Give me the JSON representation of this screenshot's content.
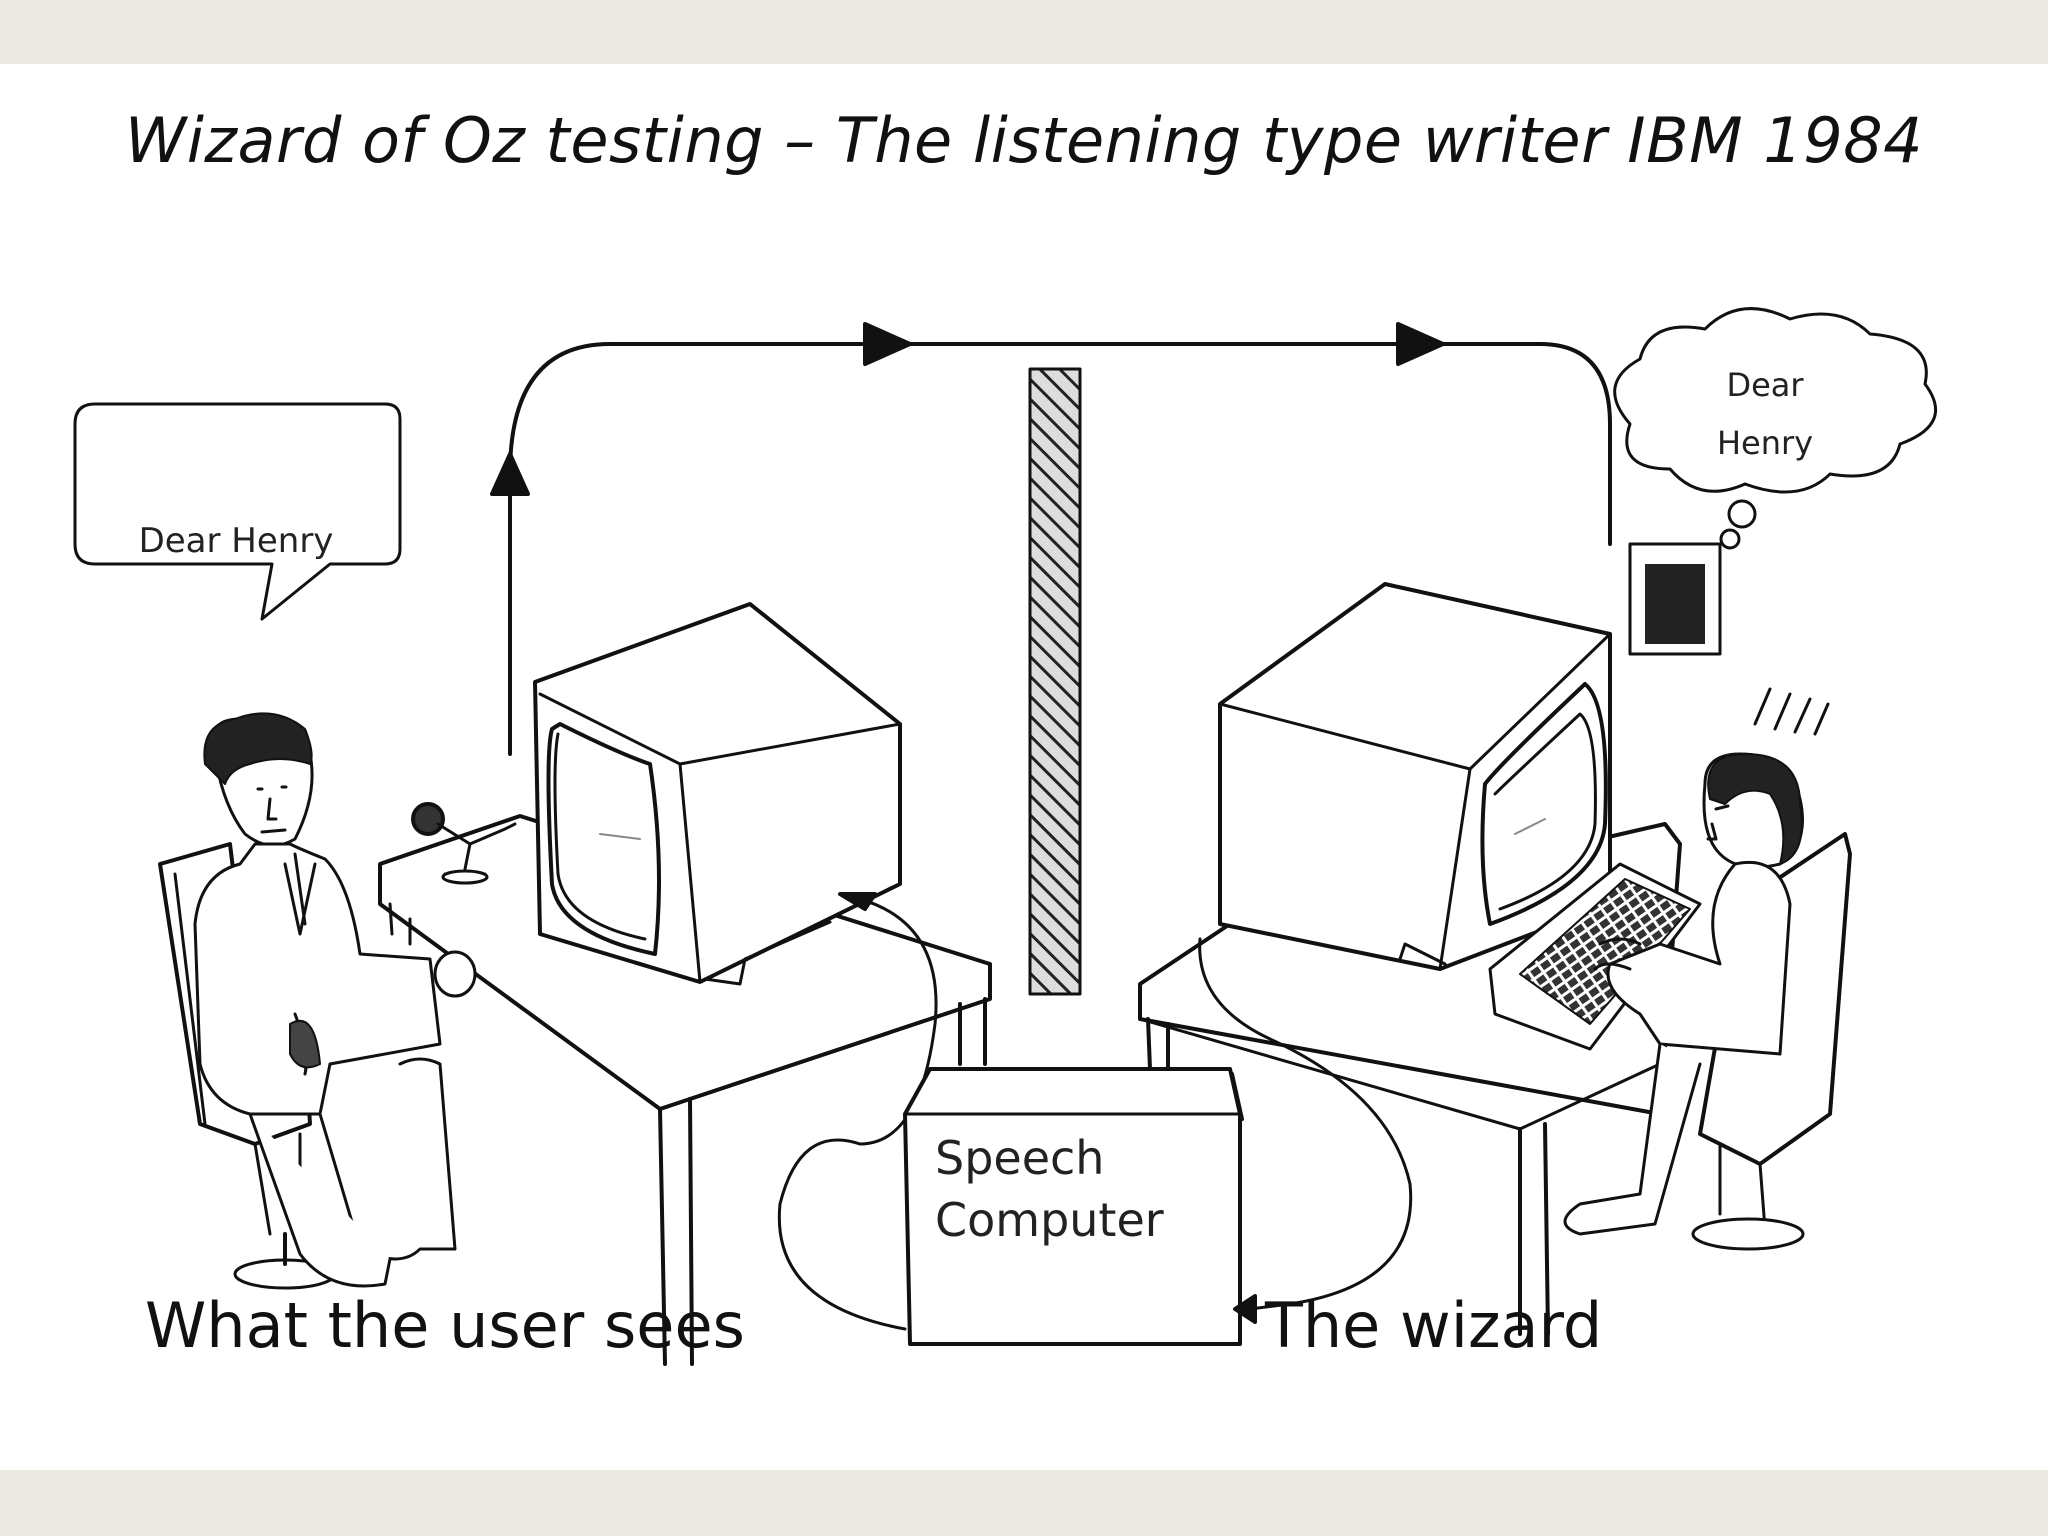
{
  "title": "Wizard of Oz testing – The listening type writer IBM 1984",
  "speech_bubble": "Dear Henry",
  "thought_bubble": {
    "line1": "Dear",
    "line2": "Henry"
  },
  "speech_computer": {
    "line1": "Speech",
    "line2": "Computer"
  },
  "caption_left": "What the user sees",
  "caption_right": "The wizard"
}
